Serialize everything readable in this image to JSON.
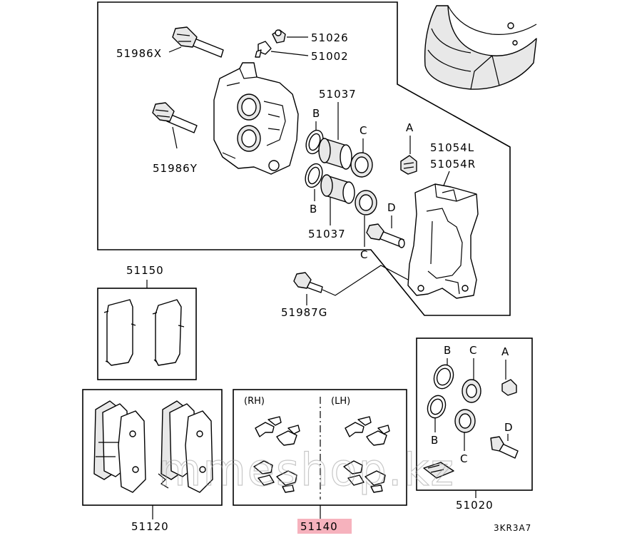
{
  "labels": {
    "p51986x": "51986X",
    "p51026": "51026",
    "p51002": "51002",
    "p51037_top": "51037",
    "p51986y": "51986Y",
    "p51054l": "51054L",
    "p51054r": "51054R",
    "p51037_bot": "51037",
    "p51987g": "51987G",
    "p51150": "51150",
    "p51120": "51120",
    "p51140": "51140",
    "p51020": "51020",
    "ref_code": "3KR3A7"
  },
  "letters": {
    "a_main": "A",
    "b_main_top": "B",
    "b_main_bot": "B",
    "c_main_top": "C",
    "c_main_bot": "C",
    "d_main": "D",
    "b_kit_top": "B",
    "c_kit_top": "C",
    "a_kit": "A",
    "b_kit_bot": "B",
    "c_kit_bot": "C",
    "d_kit": "D"
  },
  "clip_kit": {
    "rh_label": "(RH)",
    "lh_label": "(LH)"
  },
  "watermark": "mmeshop.kz",
  "colors": {
    "highlight": "#f6b2bd",
    "line": "#000000"
  }
}
